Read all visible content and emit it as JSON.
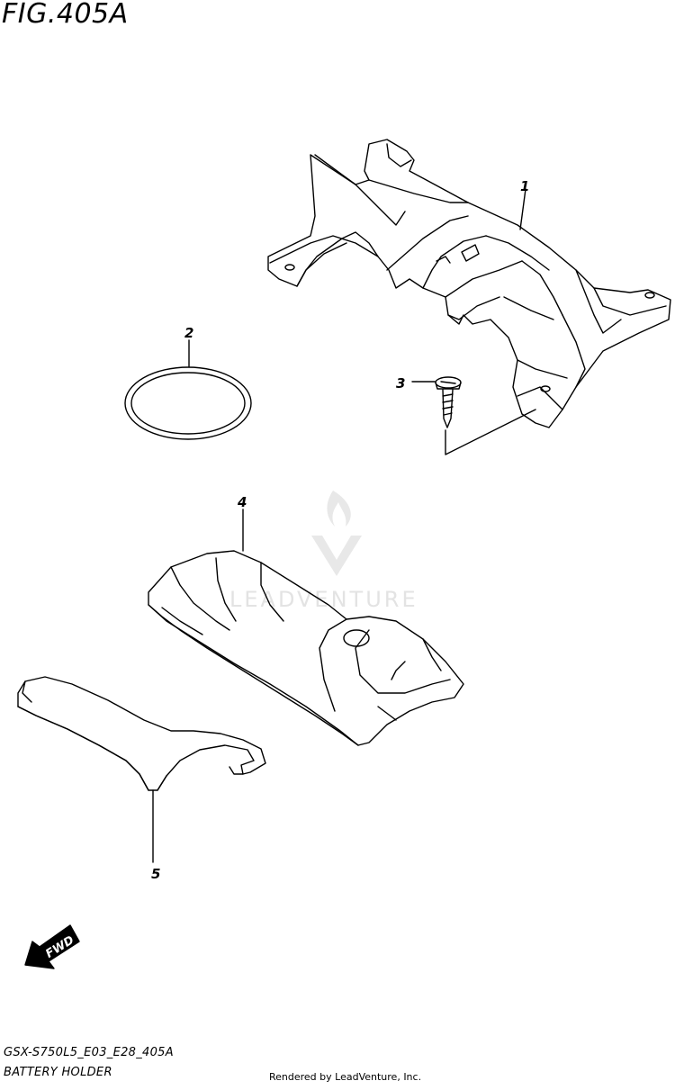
{
  "figure": {
    "title": "FIG.405A",
    "code": "GSX-S750L5_E03_E28_405A",
    "caption": "BATTERY HOLDER",
    "footer": "Rendered by LeadVenture, Inc."
  },
  "watermark": {
    "text": "LEADVENTURE"
  },
  "parts": [
    {
      "ref": "1",
      "name": "battery-holder"
    },
    {
      "ref": "2",
      "name": "ring-band"
    },
    {
      "ref": "3",
      "name": "screw"
    },
    {
      "ref": "4",
      "name": "tool-bag"
    },
    {
      "ref": "5",
      "name": "spanner"
    }
  ],
  "direction_badge": {
    "text": "FWD"
  }
}
